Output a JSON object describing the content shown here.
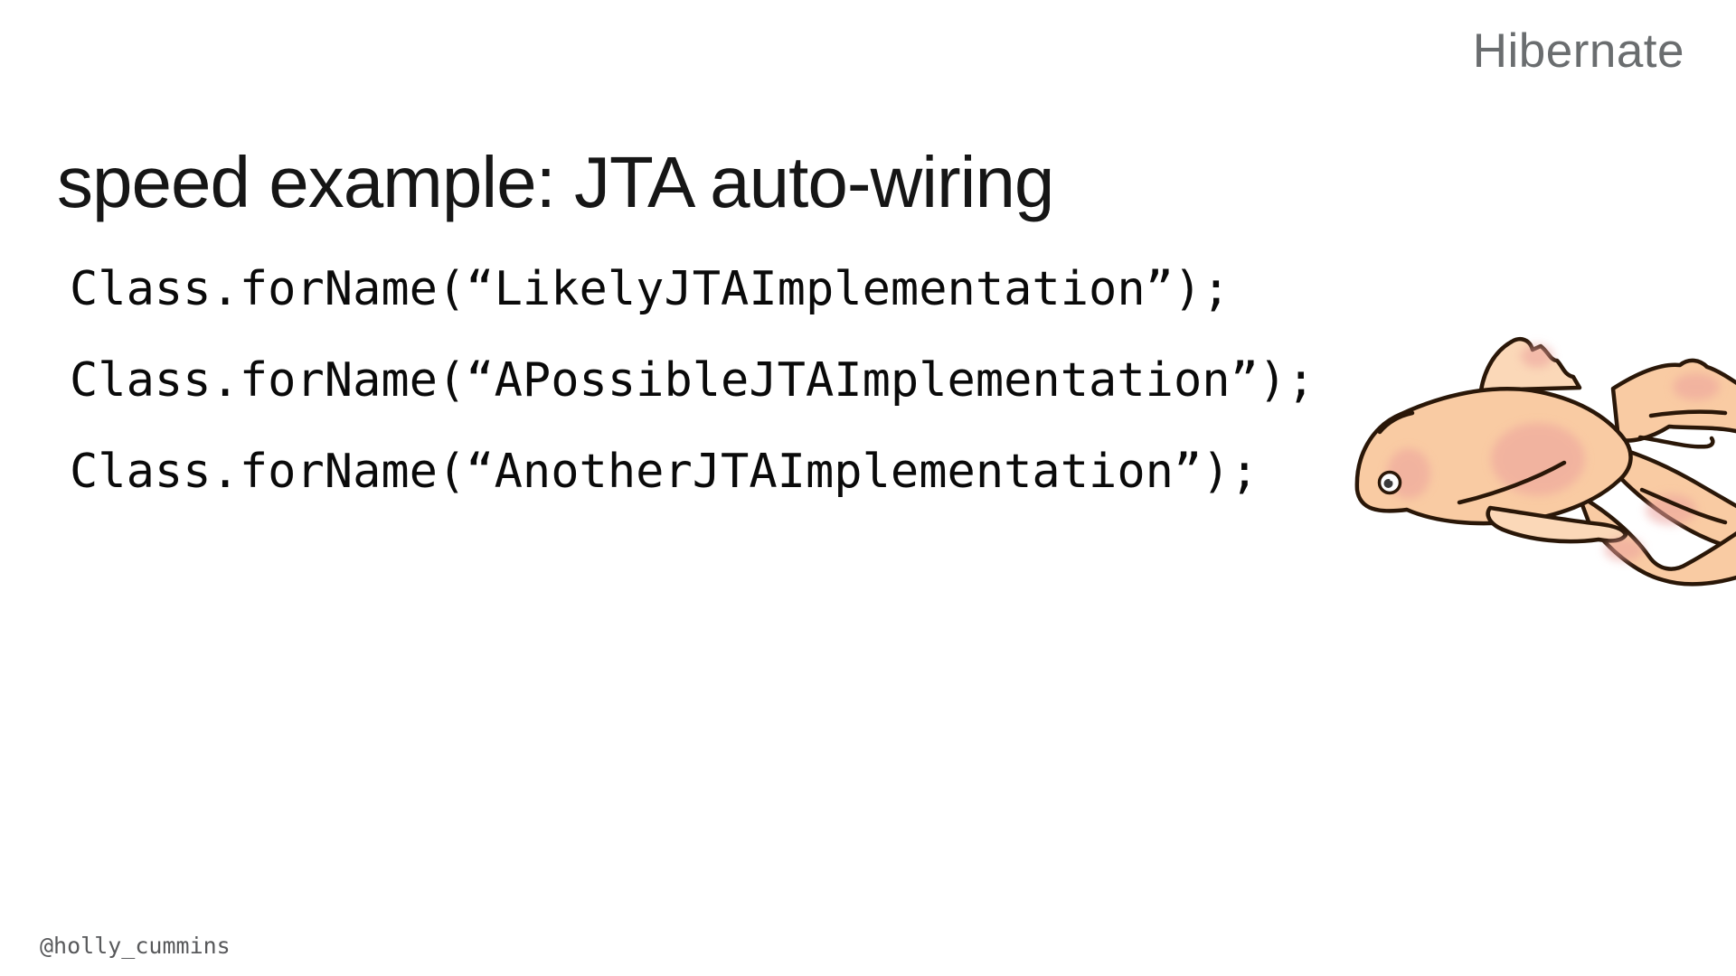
{
  "brand": "Hibernate",
  "title": "speed example: JTA auto-wiring",
  "code": {
    "lines": [
      "Class.forName(“LikelyJTAImplementation”);",
      "Class.forName(“APossibleJTAImplementation”);",
      "Class.forName(“AnotherJTAImplementation”);"
    ]
  },
  "footer": {
    "handle": "@holly_cummins"
  },
  "illustration": {
    "name": "goldfish",
    "description": "hand-drawn goldfish facing left, tail clipped at right edge"
  },
  "colors": {
    "background": "#ffffff",
    "title": "#161616",
    "code": "#0a0a0a",
    "brand": "#6a6d6f",
    "handle": "#58595b",
    "fish_body": "#f9cba3",
    "fish_body_light": "#fbd8b8",
    "fish_blush": "#eca09c",
    "fish_outline": "#2a1708"
  }
}
